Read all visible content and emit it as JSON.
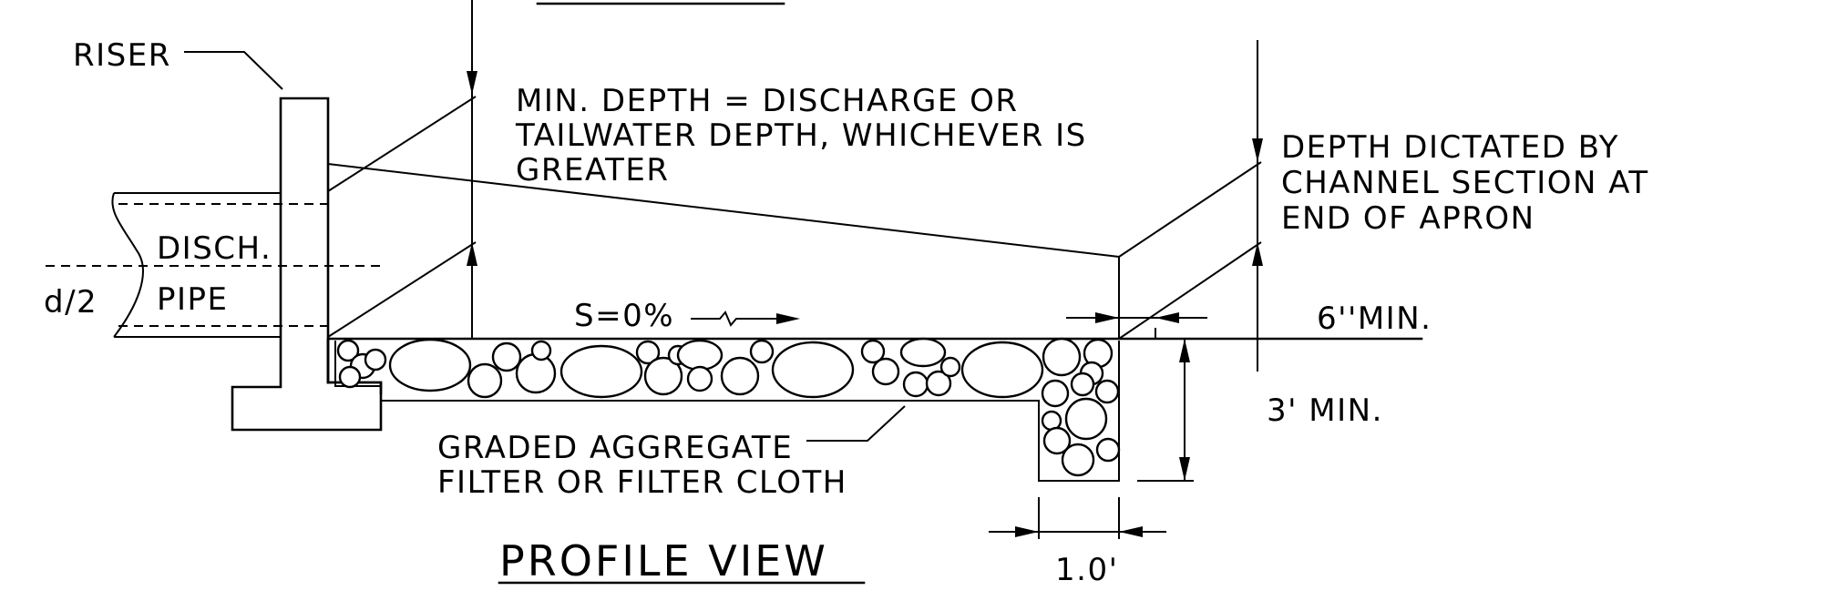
{
  "labels": {
    "riser": "RISER",
    "min_depth_line1": "MIN. DEPTH  =  DISCHARGE  OR",
    "min_depth_line2": "TAILWATER  DEPTH,  WHICHEVER  IS",
    "min_depth_line3": "GREATER",
    "depth_dictated_line1": "DEPTH  DICTATED  BY",
    "depth_dictated_line2": "CHANNEL  SECTION  AT",
    "depth_dictated_line3": "END  OF  APRON",
    "disch": "DISCH.",
    "d2": "d/2",
    "pipe": "PIPE",
    "slope": "S=0%",
    "six_in_min": "6''MIN.",
    "three_ft_min": "3' MIN.",
    "aggregate_line1": "GRADED  AGGREGATE",
    "aggregate_line2": "FILTER  OR  FILTER  CLOTH",
    "one_ft": "1.0'",
    "title": "PROFILE  VIEW"
  }
}
